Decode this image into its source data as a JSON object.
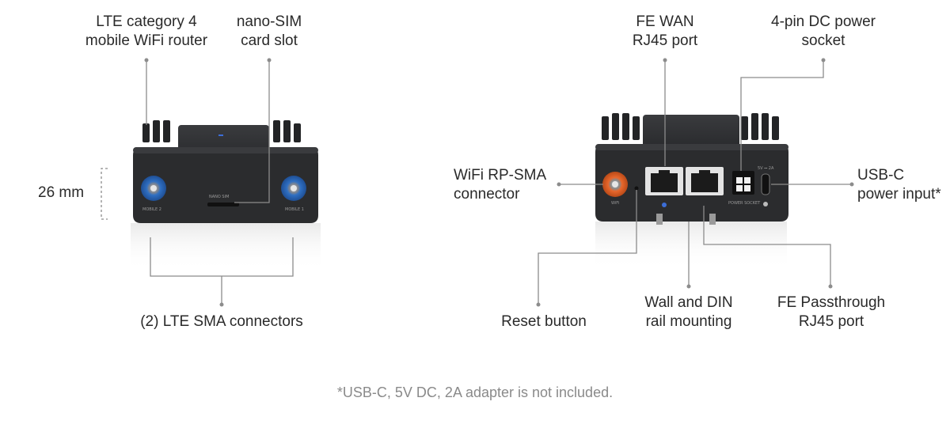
{
  "callouts": {
    "lte_router": [
      "LTE category 4",
      "mobile WiFi router"
    ],
    "nano_sim": [
      "nano-SIM",
      "card slot"
    ],
    "height_dim": "26 mm",
    "lte_sma": "(2) LTE SMA connectors",
    "fe_wan": [
      "FE WAN",
      "RJ45 port"
    ],
    "dc_power": [
      "4-pin DC power",
      "socket"
    ],
    "wifi_sma": [
      "WiFi RP-SMA",
      "connector"
    ],
    "usb_c": [
      "USB-C",
      "power input*"
    ],
    "reset": "Reset button",
    "mounting": [
      "Wall and DIN",
      "rail mounting"
    ],
    "passthrough": [
      "FE Passthrough",
      "RJ45 port"
    ]
  },
  "device_markings": {
    "mobile2": "MOBILE 2",
    "mobile1": "MOBILE 1",
    "nanosim": "NANO SIM",
    "wifi": "WiFi",
    "power_socket": "POWER SOCKET",
    "usb_rating": "5V ⎓ 2A"
  },
  "footnote": "*USB-C, 5V DC, 2A adapter is not included.",
  "colors": {
    "body": "#2b2c2e",
    "fins": "#232426",
    "lte_connector": "#2f6fc2",
    "wifi_connector": "#e8672c",
    "leader": "#8c8c8c"
  }
}
